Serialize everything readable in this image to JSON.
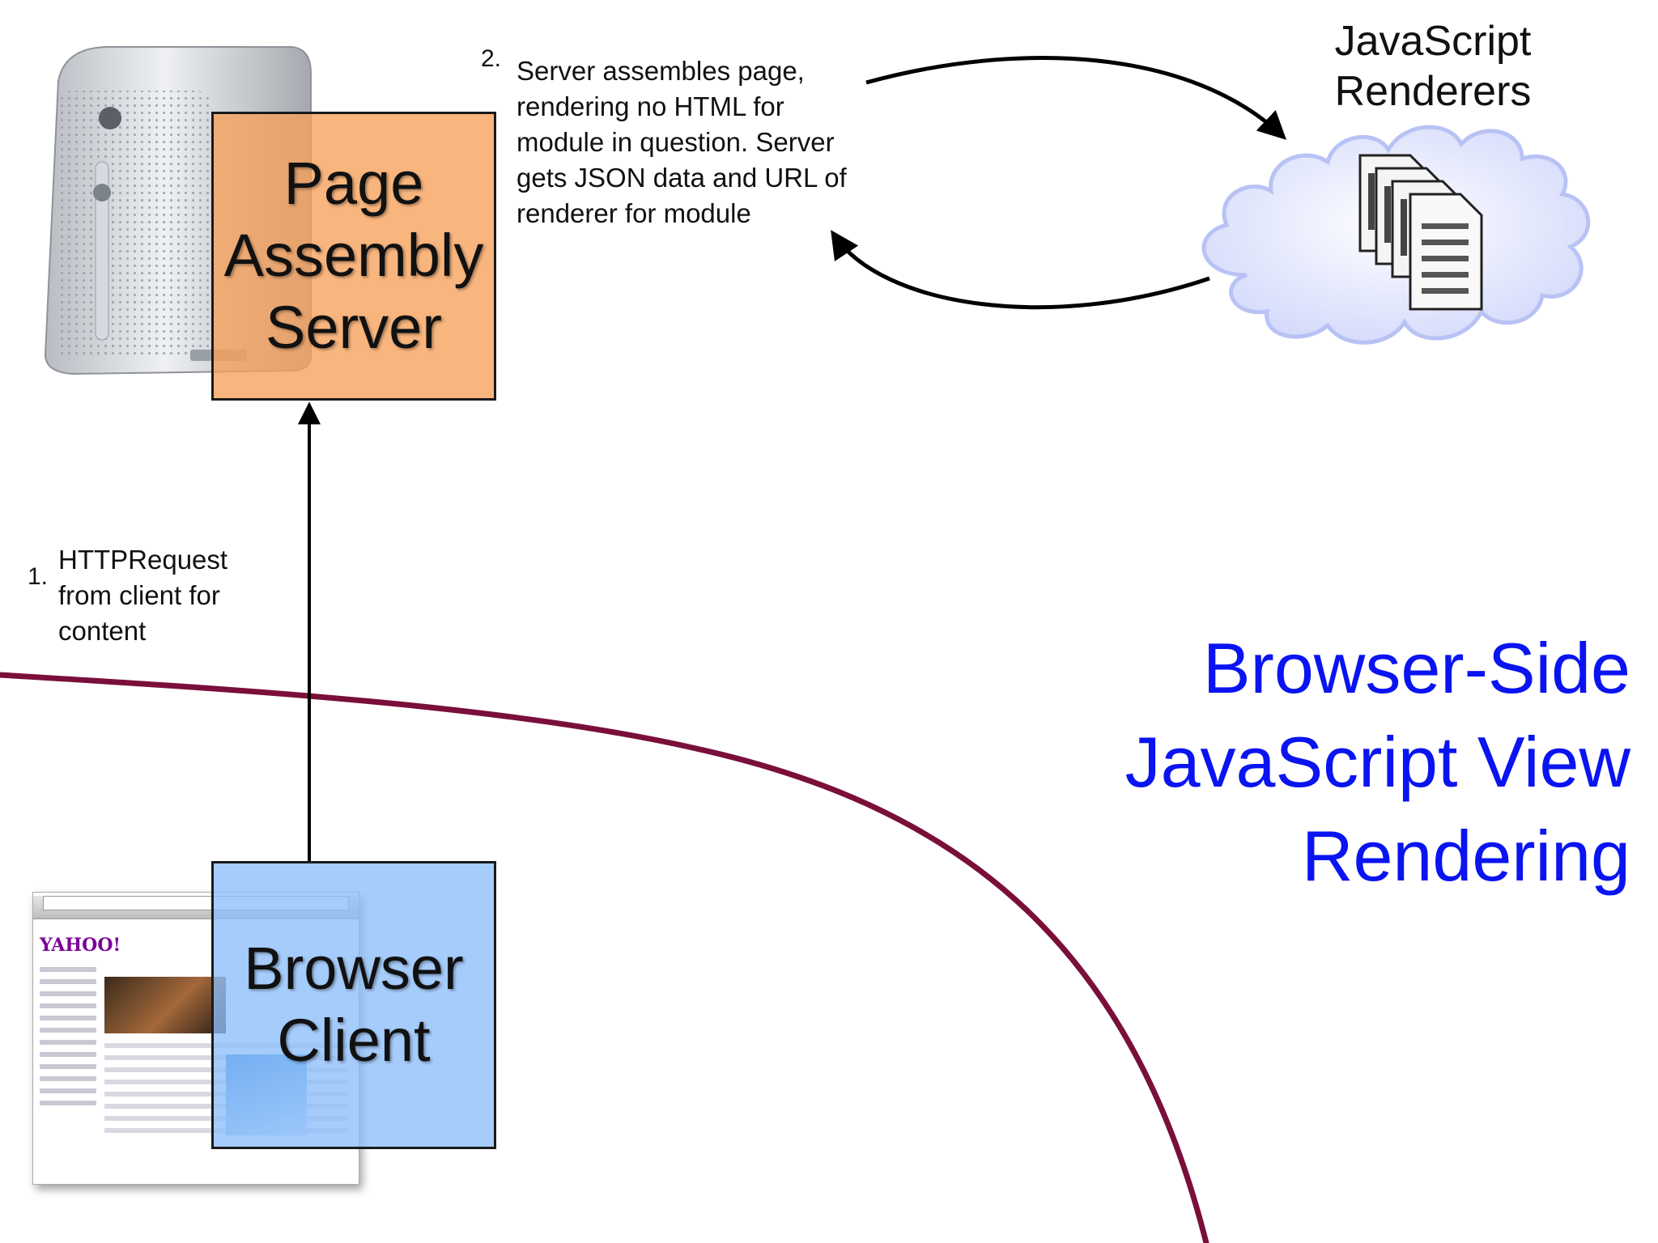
{
  "diagram": {
    "page_assembly_server": {
      "label": "Page\nAssembly\nServer"
    },
    "browser_client": {
      "label": "Browser\nClient"
    },
    "js_renderers": {
      "label": "JavaScript\nRenderers"
    },
    "step1": {
      "number": "1.",
      "text": "HTTPRequest\nfrom client for\ncontent"
    },
    "step2": {
      "number": "2.",
      "text": "Server assembles page,\nrendering no HTML for\nmodule in question. Server\ngets JSON data and URL of\nrenderer for module"
    },
    "title": "Browser-Side\nJavaScript View\nRendering",
    "browser_mock": {
      "logo": "YAHOO!"
    }
  },
  "colors": {
    "page_assembly_fill": "#f7a05a",
    "browser_client_fill": "#8cbefa",
    "title": "#0a14f0",
    "divider_curve": "#7a0f3a",
    "cloud": "#c6cef8"
  }
}
